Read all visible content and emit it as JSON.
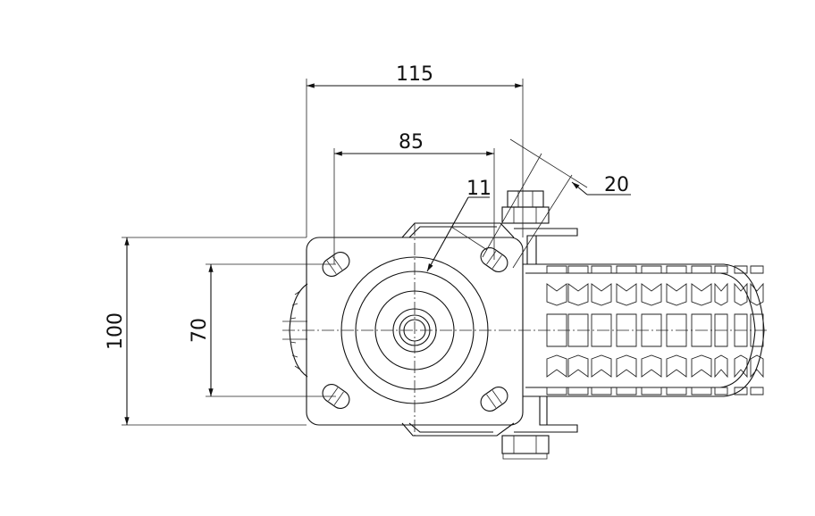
{
  "dimensions": {
    "overall_width": "115",
    "hole_spacing_width": "85",
    "hole_diameter": "11",
    "slot_length": "20",
    "overall_height": "100",
    "hole_spacing_height": "70"
  }
}
